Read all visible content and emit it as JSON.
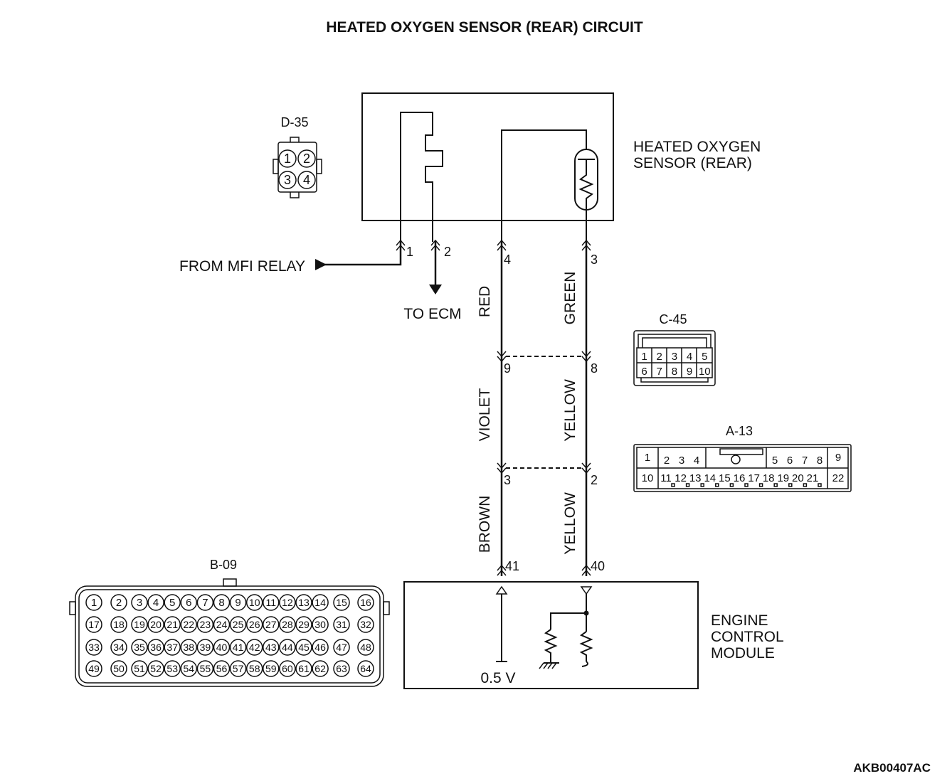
{
  "title": "HEATED OXYGEN SENSOR (REAR) CIRCUIT",
  "figure_code": "AKB00407AC",
  "sensor": {
    "name_line1": "HEATED OXYGEN",
    "name_line2": "SENSOR (REAR)"
  },
  "ecm": {
    "name_line1": "ENGINE",
    "name_line2": "CONTROL",
    "name_line3": "MODULE",
    "voltage": "0.5 V"
  },
  "labels": {
    "from_mfi_relay": "FROM MFI RELAY",
    "to_ecm": "TO ECM"
  },
  "wires": {
    "red": "RED",
    "green": "GREEN",
    "violet": "VIOLET",
    "yellow_upper": "YELLOW",
    "brown": "BROWN",
    "yellow_lower": "YELLOW"
  },
  "pins": {
    "sensor_1": "1",
    "sensor_2": "2",
    "sensor_4": "4",
    "sensor_3": "3",
    "c45_9": "9",
    "c45_8": "8",
    "a13_3": "3",
    "a13_2": "2",
    "ecm_41": "41",
    "ecm_40": "40"
  },
  "connectors": {
    "d35": {
      "name": "D-35",
      "pins": [
        "1",
        "2",
        "3",
        "4"
      ]
    },
    "c45": {
      "name": "C-45",
      "row1": [
        "1",
        "2",
        "3",
        "4",
        "5"
      ],
      "row2": [
        "6",
        "7",
        "8",
        "9",
        "10"
      ]
    },
    "a13": {
      "name": "A-13",
      "row1_left": [
        "1",
        "2",
        "3",
        "4"
      ],
      "row1_right": [
        "5",
        "6",
        "7",
        "8",
        "9"
      ],
      "row2": [
        "10",
        "11",
        "12",
        "13",
        "14",
        "15",
        "16",
        "17",
        "18",
        "19",
        "20",
        "21",
        "22"
      ]
    },
    "b09": {
      "name": "B-09",
      "rows": [
        [
          "1",
          "2",
          "3",
          "4",
          "5",
          "6",
          "7",
          "8",
          "9",
          "10",
          "11",
          "12",
          "13",
          "14",
          "15",
          "16"
        ],
        [
          "17",
          "18",
          "19",
          "20",
          "21",
          "22",
          "23",
          "24",
          "25",
          "26",
          "27",
          "28",
          "29",
          "30",
          "31",
          "32"
        ],
        [
          "33",
          "34",
          "35",
          "36",
          "37",
          "38",
          "39",
          "40",
          "41",
          "42",
          "43",
          "44",
          "45",
          "46",
          "47",
          "48"
        ],
        [
          "49",
          "50",
          "51",
          "52",
          "53",
          "54",
          "55",
          "56",
          "57",
          "58",
          "59",
          "60",
          "61",
          "62",
          "63",
          "64"
        ]
      ]
    }
  }
}
